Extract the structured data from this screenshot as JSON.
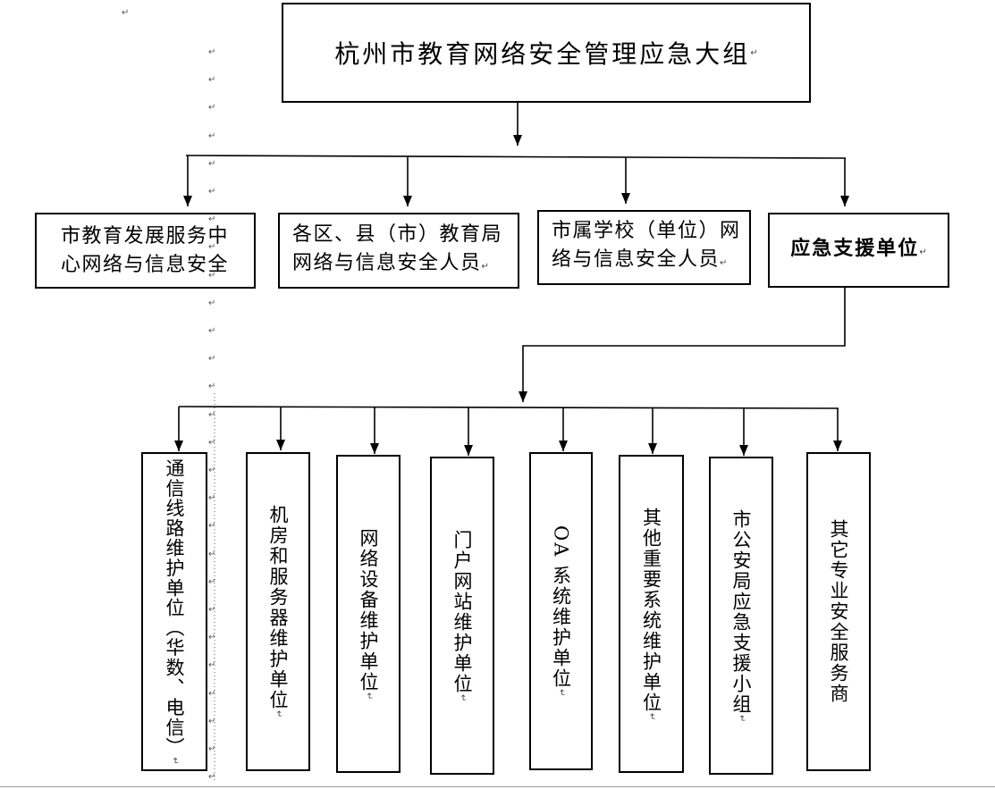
{
  "paragraph_mark": "↵",
  "title": "杭州市教育网络安全管理应急大组",
  "level2": [
    {
      "lines": [
        "市教育发展服务中",
        "心网络与信息安全"
      ]
    },
    {
      "lines": [
        "各区、县（市）教育局",
        "网络与信息安全人员"
      ]
    },
    {
      "lines": [
        "市属学校（单位）网",
        "络与信息安全人员"
      ]
    },
    {
      "label": "应急支援单位"
    }
  ],
  "level3": [
    "通信线路维护单位（华数、电信）",
    "机房和服务器维护单位",
    "网络设备维护单位",
    "门户网站维护单位",
    "OA 系统维护单位",
    "其他重要系统维护单位",
    "市公安局应急支援小组",
    "其它专业安全服务商"
  ]
}
